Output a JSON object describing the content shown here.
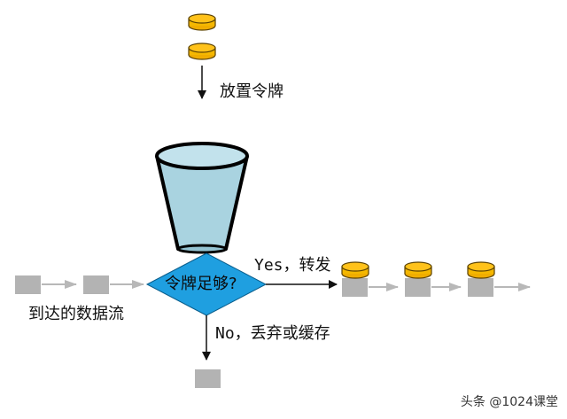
{
  "labels": {
    "place_token": "放置令牌",
    "decision": "令牌足够?",
    "yes_forward": "Yes，转发",
    "no_drop": "No，丢弃或缓存",
    "incoming_stream": "到达的数据流"
  },
  "watermark": "头条 @1024课堂",
  "colors": {
    "token_fill": "#f5b800",
    "token_stroke": "#5a4100",
    "bucket_fill": "#a9d3e0",
    "bucket_stroke": "#000000",
    "diamond_fill": "#1f9fe0",
    "packet_fill": "#b3b3b3",
    "flow_arrow": "#b8b8b8"
  }
}
